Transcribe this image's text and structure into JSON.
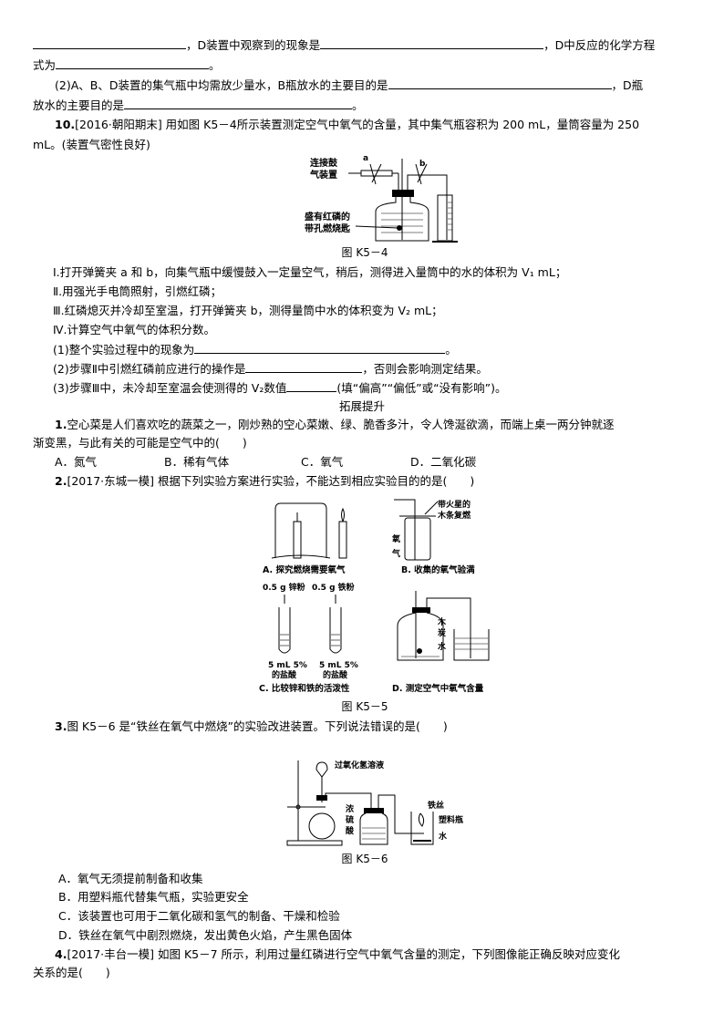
{
  "lines": {
    "l1_part1": "，D装置中观察到的现象是",
    "l1_part2": "，D中反应的化学方程",
    "l2_part1": "式为",
    "l2_end": "。",
    "l3_part1": "(2)A、B、D装置的集气瓶中均需放少量水，B瓶放水的主要目的是",
    "l3_part2": "，D瓶",
    "l4_part1": "放水的主要目的是",
    "l4_end": "。"
  },
  "q10": {
    "number": "10.",
    "stem_line1": "[2016·朝阳期末] 用如图 K5－4所示装置测定空气中氧气的含量，其中集气瓶容积为 200 mL，量筒容量为 250",
    "stem_line2": "mL。(装置气密性良好)",
    "figure": {
      "caption": "图 K5－4",
      "labels": {
        "connect": "连接鼓",
        "connect2": "气装置",
        "a": "a",
        "b": "b",
        "spoon1": "盛有红磷的",
        "spoon2": "带孔燃烧匙"
      }
    },
    "steps": [
      "Ⅰ.打开弹簧夹 a 和 b，向集气瓶中缓慢鼓入一定量空气，稍后，测得进入量筒中的水的体积为 V₁ mL；",
      "Ⅱ.用强光手电筒照射，引燃红磷；",
      "Ⅲ.红磷熄灭并冷却至室温，打开弹簧夹 b，测得量筒中水的体积变为 V₂ mL；",
      "Ⅳ.计算空气中氧气的体积分数。"
    ],
    "sub1": "(1)整个实验过程中的现象为",
    "sub1_end": "。",
    "sub2": "(2)步骤Ⅱ中引燃红磷前应进行的操作是",
    "sub2_end": "，否则会影响测定结果。",
    "sub3": "(3)步骤Ⅲ中，未冷却至室温会使测得的 V₂数值",
    "sub3_end": "(填“偏高”“偏低”或“没有影响”)。"
  },
  "section_title": "拓展提升",
  "ext_q1": {
    "number": "1.",
    "stem_line1": "空心菜是人们喜欢吃的蔬菜之一，刚炒熟的空心菜嫩、绿、脆香多汁，令人馋涎欲滴，而端上桌一两分钟就逐",
    "stem_line2": "渐变黑，与此有关的可能是空气中的(　　)",
    "options": [
      "A．氮气",
      "B．稀有气体",
      "C．氧气",
      "D．二氧化碳"
    ]
  },
  "ext_q2": {
    "number": "2.",
    "stem": "[2017·东城一模] 根据下列实验方案进行实验，不能达到相应实验目的的是(　　)",
    "figure": {
      "caption": "图 K5－5",
      "panels": {
        "A": "A. 探究燃烧需要氧气",
        "B": "B. 收集的氧气验满",
        "C": "C. 比较锌和铁的活泼性",
        "D": "D. 测定空气中氧气含量"
      },
      "labels": {
        "b_note1": "带火星的",
        "b_note2": "木条复燃",
        "b_gas1": "氧",
        "b_gas2": "气",
        "c_zn": "0.5 g 锌粉",
        "c_fe": "0.5 g 铁粉",
        "c_acid1": "5 mL 5%",
        "c_acid2": "的盐酸",
        "d_char1": "木",
        "d_char2": "炭",
        "d_water": "水"
      }
    }
  },
  "ext_q3": {
    "number": "3.",
    "stem": "图 K5－6 是“铁丝在氧气中燃烧”的实验改进装置。下列说法错误的是(　　)",
    "figure": {
      "caption": "图 K5－6",
      "labels": {
        "h2o2": "过氧化氢溶液",
        "acid1": "浓",
        "acid2": "硫",
        "acid3": "酸",
        "wire": "铁丝",
        "bottle": "塑料瓶",
        "water": "水"
      }
    },
    "options": [
      "A．氧气无须提前制备和收集",
      "B．用塑料瓶代替集气瓶，实验更安全",
      "C．该装置也可用于二氧化碳和氢气的制备、干燥和检验",
      "D．铁丝在氧气中剧烈燃烧，发出黄色火焰，产生黑色固体"
    ]
  },
  "ext_q4": {
    "number": "4.",
    "stem_line1": "[2017·丰台一模] 如图 K5－7 所示，利用过量红磷进行空气中氧气含量的测定，下列图像能正确反映对应变化",
    "stem_line2": "关系的是(　　)"
  }
}
